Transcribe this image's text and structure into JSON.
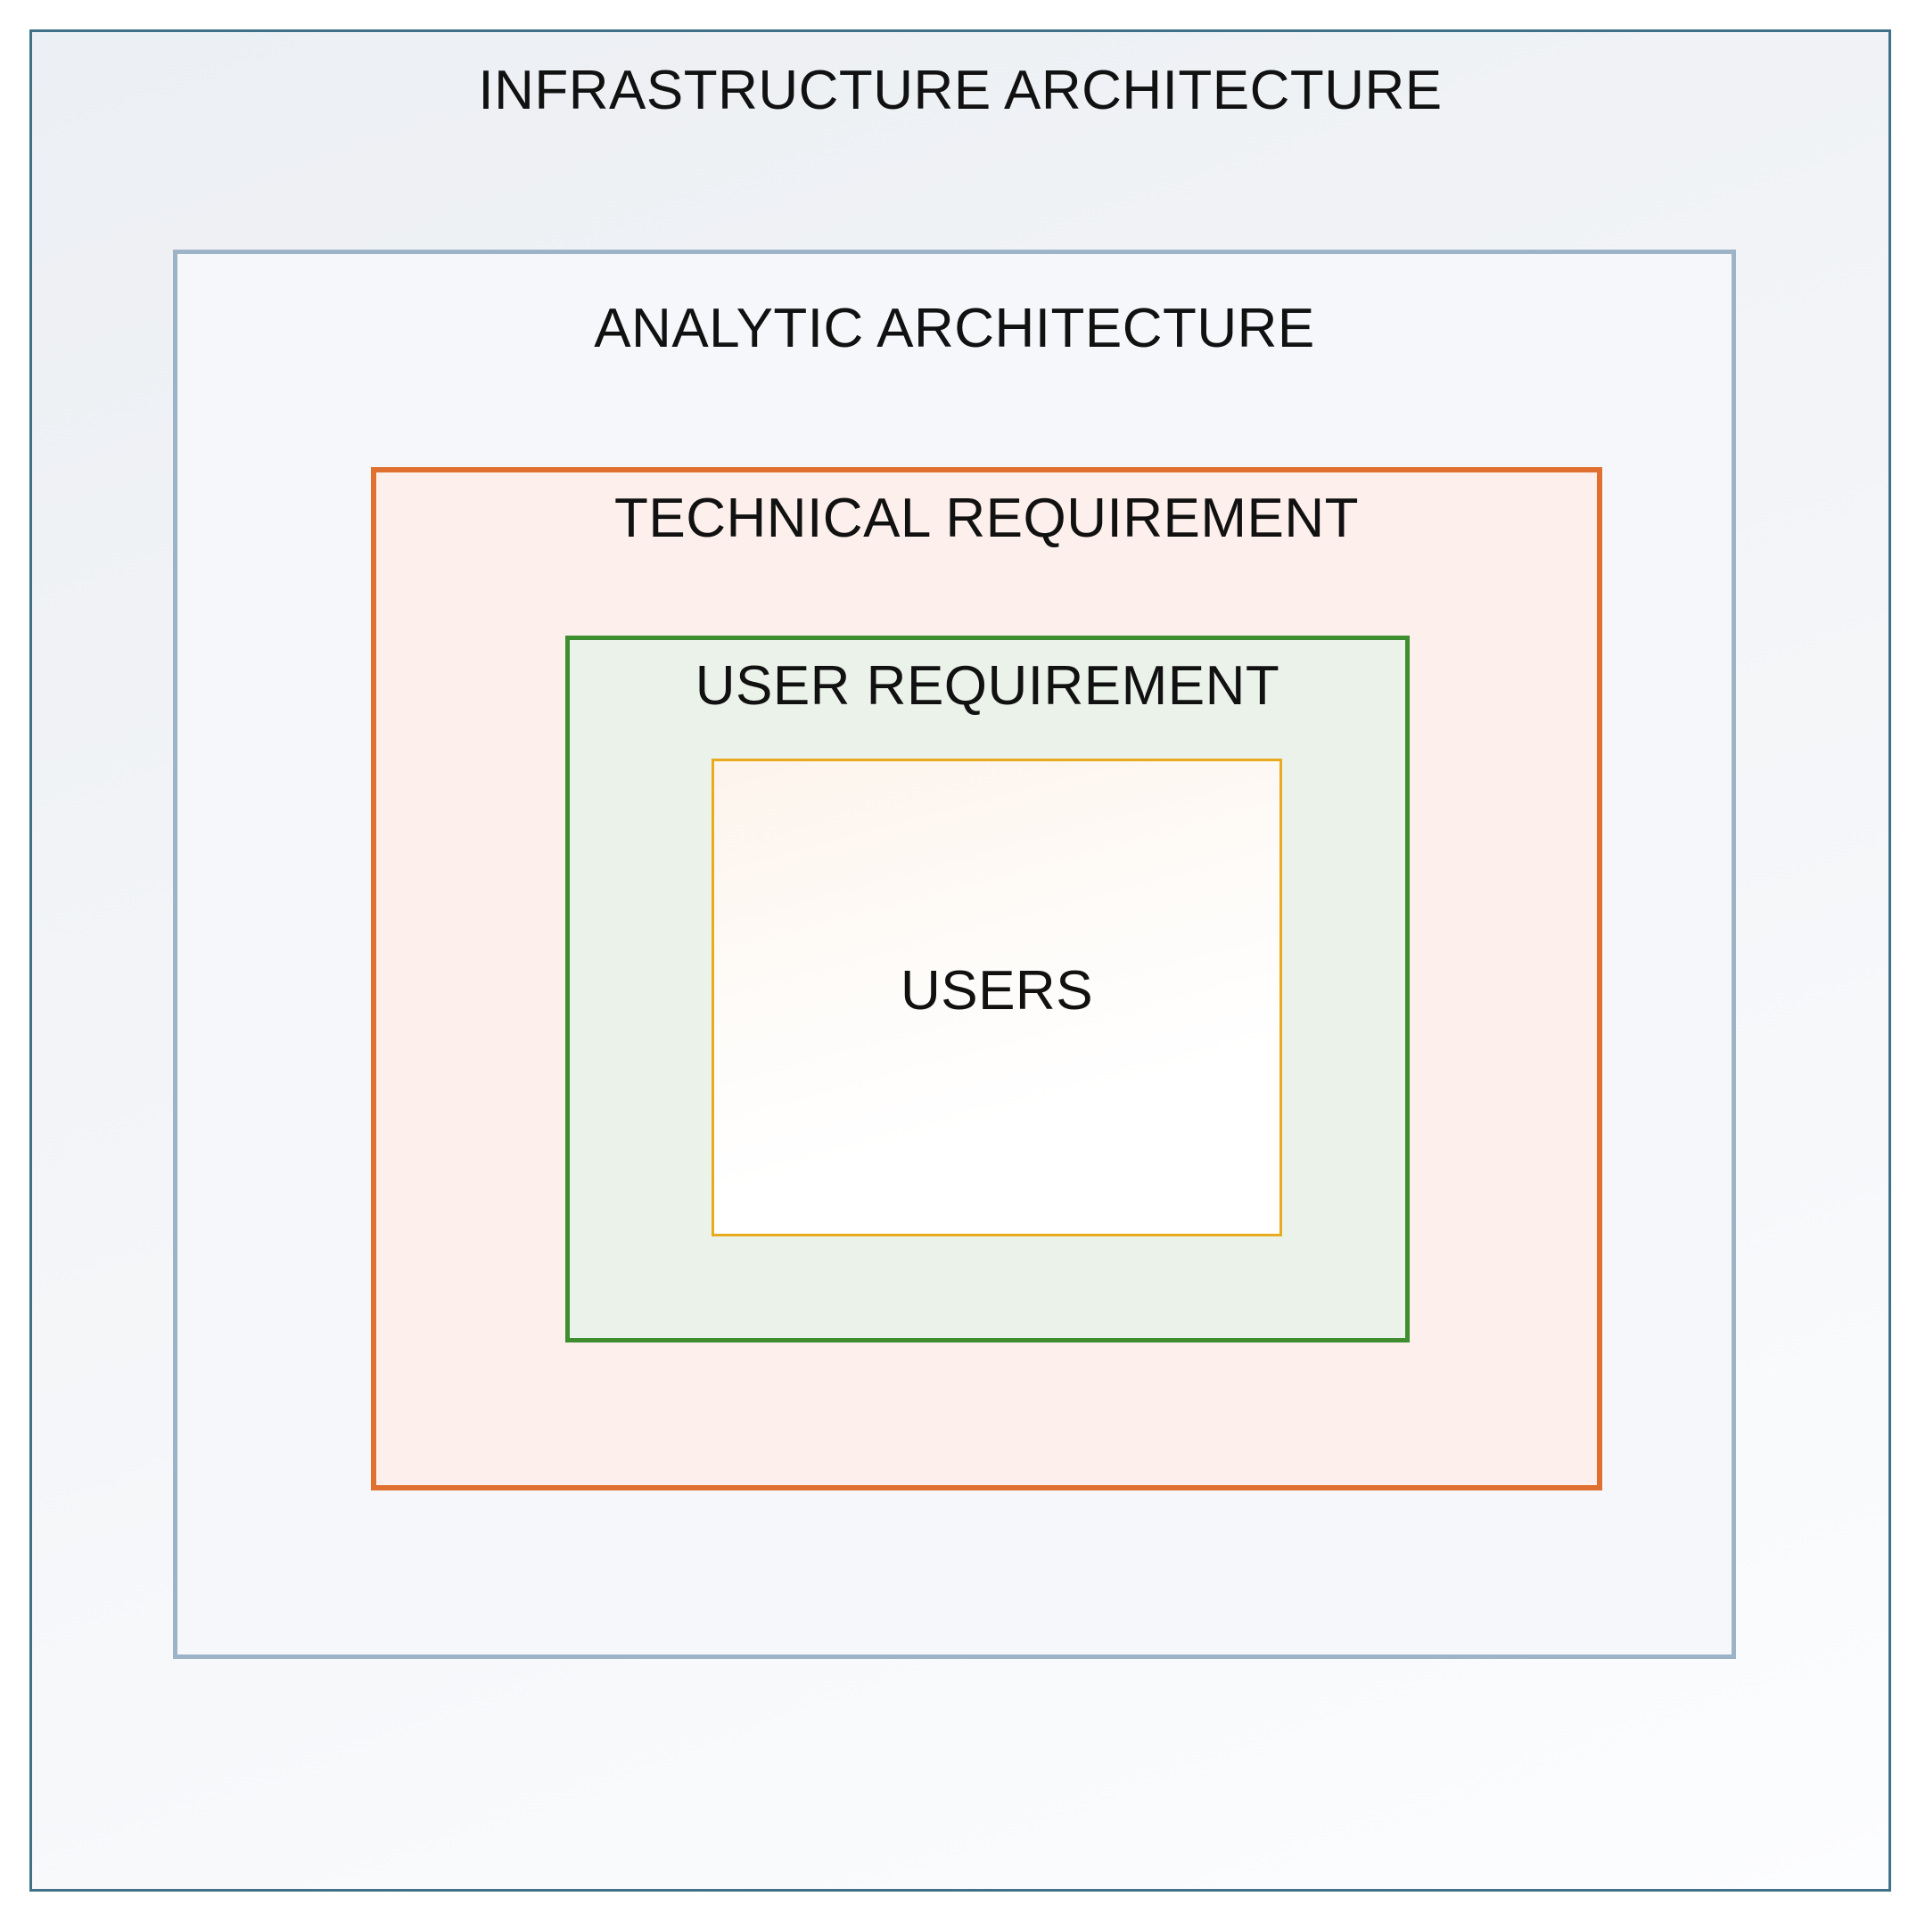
{
  "diagram": {
    "layers": [
      {
        "id": "infrastructure",
        "label": "INFRASTRUCTURE ARCHITECTURE",
        "border_color": "#3f7289"
      },
      {
        "id": "analytic",
        "label": "ANALYTIC ARCHITECTURE",
        "border_color": "#9db3c8"
      },
      {
        "id": "technical",
        "label": "TECHNICAL REQUIREMENT",
        "border_color": "#e07030"
      },
      {
        "id": "user_requirement",
        "label": "USER REQUIREMENT",
        "border_color": "#3e8e30"
      },
      {
        "id": "users",
        "label": "USERS",
        "border_color": "#e8aa1e"
      }
    ]
  }
}
